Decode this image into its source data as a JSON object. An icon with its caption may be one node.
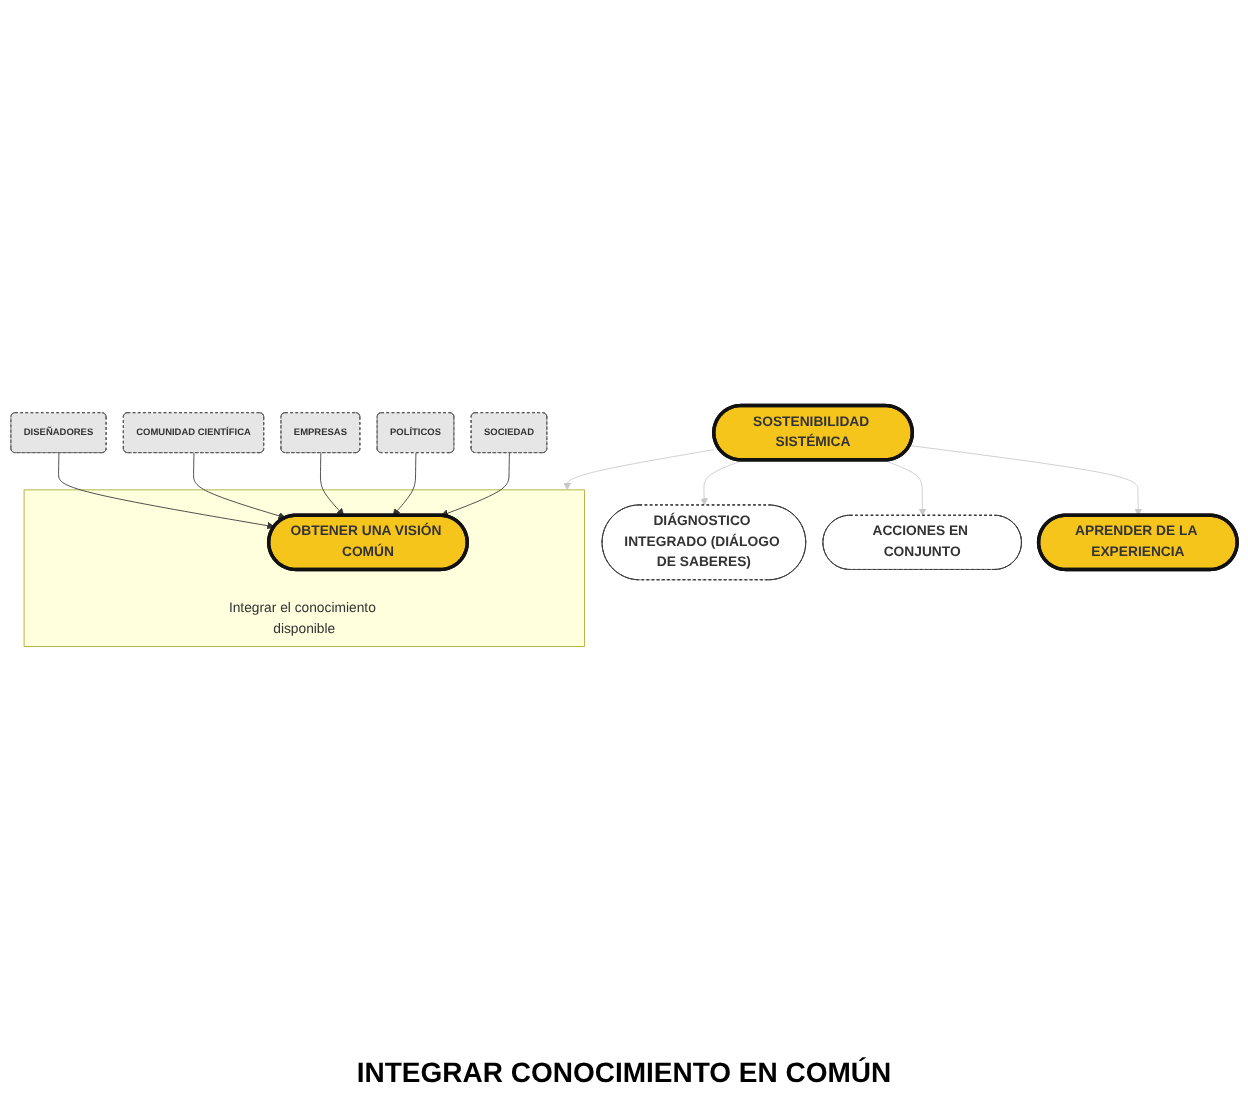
{
  "diagram": {
    "nodes": [
      {
        "text": [
          "Integrar el conocimiento disponible"
        ]
      },
      {
        "text": [
          "DISEÑADORES"
        ]
      },
      {
        "text": [
          "COMUNIDAD CIENTÍFICA"
        ]
      },
      {
        "text": [
          "EMPRESAS"
        ]
      },
      {
        "text": [
          "POLÍTICOS"
        ]
      },
      {
        "text": [
          "OBTENER UNA VISIÓN COMÚN"
        ],
        "in": 0
      },
      {
        "text": [
          "SOCIEDAD"
        ]
      },
      {
        "text": [
          "DIÁGNOSTICO INTEGRADO (DIÁLOGO DE SABERES)"
        ]
      },
      {
        "text": [
          "SOSTENIBILIDAD SISTÉMICA"
        ]
      },
      {
        "text": [
          "ACCIONES EN CONJUNTO"
        ]
      },
      {
        "text": [
          "APRENDER DE LA EXPERIENCIA"
        ]
      }
    ],
    "edges": [
      {
        "from": 1,
        "to": 5,
        "arrow": "to"
      },
      {
        "from": 2,
        "to": 5,
        "arrow": "to"
      },
      {
        "from": 3,
        "to": 5,
        "arrow": "to"
      },
      {
        "from": 4,
        "to": 5,
        "arrow": "to"
      },
      {
        "from": 6,
        "to": 5,
        "arrow": "to"
      },
      {
        "from": 8,
        "to": 0,
        "arrow": "to",
        "color": "#c8c8c8"
      },
      {
        "from": 8,
        "to": 7,
        "arrow": "to",
        "color": "#c8c8c8"
      },
      {
        "from": 8,
        "to": 9,
        "arrow": "to",
        "color": "#c8c8c8"
      },
      {
        "from": 8,
        "to": 10,
        "arrow": "to",
        "color": "#c8c8c8"
      }
    ],
    "labels": [
      "INTEGRAR CONOCIMIENTO EN COMÚN"
    ]
  }
}
